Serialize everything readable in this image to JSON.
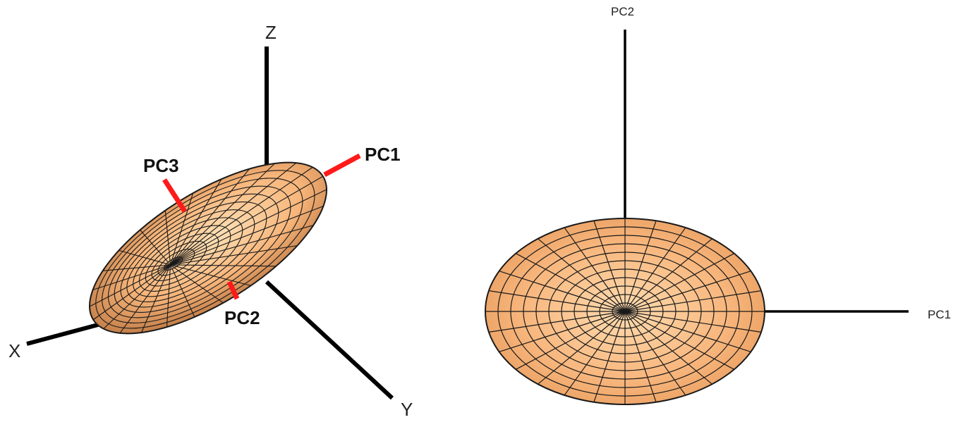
{
  "left_diagram": {
    "axes": {
      "x": "X",
      "y": "Y",
      "z": "Z"
    },
    "principal_components": {
      "pc1": "PC1",
      "pc2": "PC2",
      "pc3": "PC3"
    }
  },
  "right_diagram": {
    "axes": {
      "horizontal": "PC1",
      "vertical": "PC2"
    }
  },
  "colors": {
    "surface_light": "#fde0b5",
    "surface_mid": "#f7b57a",
    "surface_dark": "#b06a36",
    "mesh": "#1a1a1a",
    "pc_marker": "#ff1a1a",
    "axis": "#000000"
  }
}
